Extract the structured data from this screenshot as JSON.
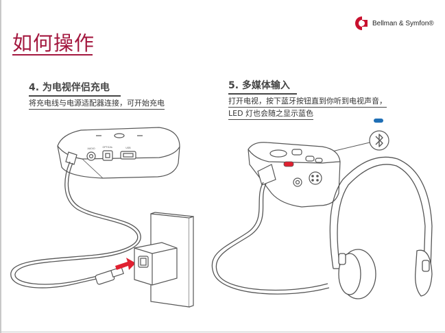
{
  "brand": {
    "name": "Bellman & Symfon®",
    "accent": "#c8102e"
  },
  "page_title": "如何操作",
  "steps": [
    {
      "heading": "4. 为电视伴侣充电",
      "description": [
        "将充电线与电源适配器连接，可开始充电"
      ]
    },
    {
      "heading": "5. 多媒体输入",
      "description": [
        "打开电视，按下蓝牙按钮直到你听到电视声音，",
        "LED 灯也会随之显示蓝色"
      ]
    }
  ],
  "device_labels": {
    "audio": "AUDIO",
    "optical": "OPTICAL",
    "usb": "USB"
  },
  "icons": [
    "bluetooth-icon",
    "led-indicator-icon",
    "arrow-icon"
  ],
  "colors": {
    "title": "#a3173e",
    "arrow": "#e02030",
    "led": "#1f6fb5",
    "line": "#555555"
  }
}
